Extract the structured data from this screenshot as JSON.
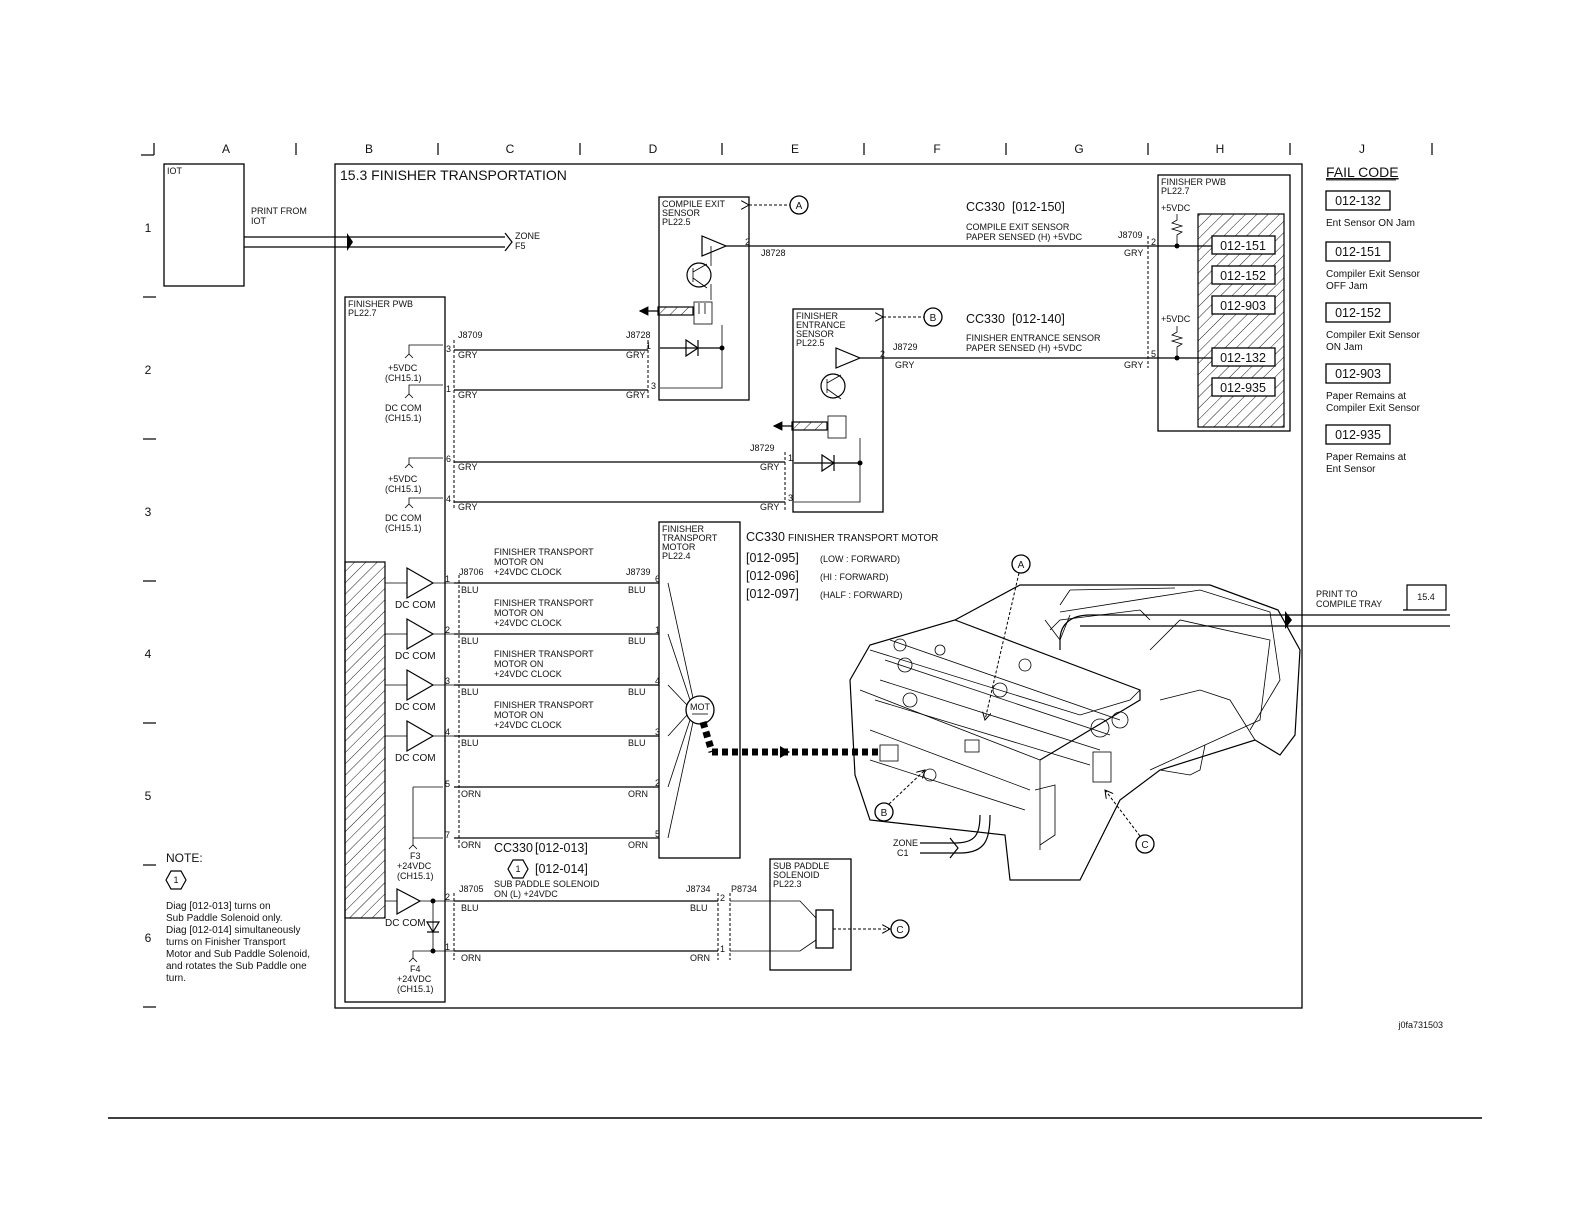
{
  "diagram": {
    "title": "15.3 FINISHER TRANSPORTATION",
    "image_id": "j0fa731503",
    "columns": [
      "A",
      "B",
      "C",
      "D",
      "E",
      "F",
      "G",
      "H",
      "J"
    ],
    "rows": [
      "1",
      "2",
      "3",
      "4",
      "5",
      "6"
    ],
    "iot": {
      "label": "IOT",
      "print_from": [
        "PRINT FROM",
        "IOT"
      ],
      "zone": [
        "ZONE",
        "F5"
      ]
    },
    "finisher_pwb_left": [
      "FINISHER PWB",
      "PL22.7"
    ],
    "finisher_pwb_right": [
      "FINISHER PWB",
      "PL22.7"
    ],
    "compile_exit_sensor": {
      "label": [
        "COMPILE EXIT",
        "SENSOR",
        "PL22.5"
      ],
      "cc": "CC330",
      "code": "[012-150]",
      "desc": [
        "COMPILE EXIT SENSOR",
        "PAPER SENSED (H) +5VDC"
      ],
      "jack_left": "J8728",
      "jack_right": "J8709"
    },
    "finisher_entrance_sensor": {
      "label": [
        "FINISHER",
        "ENTRANCE",
        "SENSOR",
        "PL22.5"
      ],
      "cc": "CC330",
      "code": "[012-140]",
      "desc": [
        "FINISHER ENTRANCE SENSOR",
        "PAPER SENSED (H) +5VDC"
      ],
      "jack_left": "J8729",
      "jack_right": "J8709"
    },
    "power": {
      "p5vdc": [
        "+5VDC",
        "(CH15.1)"
      ],
      "dccom": [
        "DC COM",
        "(CH15.1)"
      ],
      "dc_com": "DC COM",
      "f3": [
        "F3",
        "+24VDC",
        "(CH15.1)"
      ],
      "f4": [
        "F4",
        "+24VDC",
        "(CH15.1)"
      ],
      "rail5": "+5VDC"
    },
    "connectors": {
      "j8709": "J8709",
      "j8728": "J8728",
      "j8729": "J8729",
      "j8706": "J8706",
      "j8739": "J8739",
      "j8705": "J8705",
      "j8734": "J8734",
      "p8734": "P8734"
    },
    "wire_colors": {
      "gry": "GRY",
      "blu": "BLU",
      "orn": "ORN"
    },
    "motor_signal": [
      "FINISHER TRANSPORT",
      "MOTOR ON",
      "+24VDC CLOCK"
    ],
    "transport_motor": {
      "label": [
        "FINISHER",
        "TRANSPORT",
        "MOTOR",
        "PL22.4"
      ],
      "mot": "MOT",
      "cc": "CC330",
      "heading": "FINISHER TRANSPORT MOTOR",
      "codes": [
        {
          "code": "[012-095]",
          "mode": "(LOW : FORWARD)"
        },
        {
          "code": "[012-096]",
          "mode": "(HI : FORWARD)"
        },
        {
          "code": "[012-097]",
          "mode": "(HALF : FORWARD)"
        }
      ]
    },
    "sub_paddle": {
      "cc": "CC330",
      "codes": [
        "[012-013]",
        "[012-014]"
      ],
      "desc": [
        "SUB PADDLE SOLENOID",
        "ON (L) +24VDC"
      ],
      "label": [
        "SUB PADDLE",
        "SOLENOID",
        "PL22.3"
      ]
    },
    "note": {
      "heading": "NOTE:",
      "lines": [
        "Diag [012-013] turns on",
        "Sub Paddle Solenoid only.",
        "Diag [012-014] simultaneously",
        "turns on Finisher Transport",
        "Motor and Sub Paddle Solenoid,",
        "and rotates the Sub Paddle one",
        "turn."
      ]
    },
    "pwb_codes": [
      "012-151",
      "012-152",
      "012-903",
      "012-132",
      "012-935"
    ],
    "fail_code": {
      "heading": "FAIL CODE",
      "items": [
        {
          "code": "012-132",
          "desc": [
            "Ent Sensor ON Jam"
          ]
        },
        {
          "code": "012-151",
          "desc": [
            "Compiler Exit Sensor",
            "OFF Jam"
          ]
        },
        {
          "code": "012-152",
          "desc": [
            "Compiler Exit Sensor",
            "ON Jam"
          ]
        },
        {
          "code": "012-903",
          "desc": [
            "Paper Remains at",
            "Compiler Exit Sensor"
          ]
        },
        {
          "code": "012-935",
          "desc": [
            "Paper Remains at",
            "Ent Sensor"
          ]
        }
      ]
    },
    "print_to": [
      "PRINT TO",
      "COMPILE TRAY"
    ],
    "print_to_ref": "15.4",
    "zone_c1": [
      "ZONE",
      "C1"
    ],
    "callouts": {
      "a": "A",
      "b": "B",
      "c": "C",
      "note_ref": "1"
    }
  }
}
